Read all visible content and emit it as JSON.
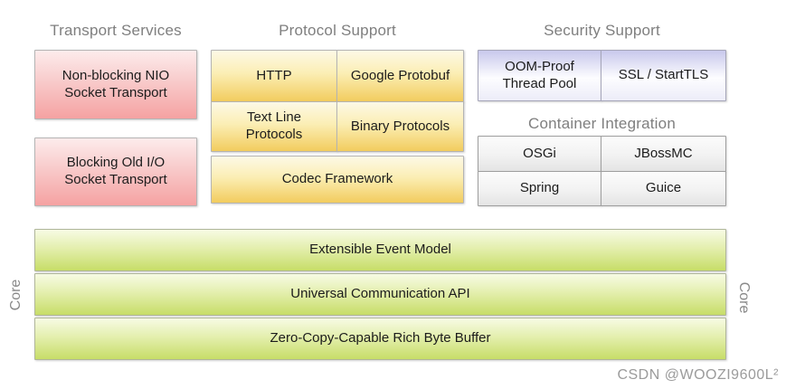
{
  "transport": {
    "title": "Transport Services",
    "nio": "Non-blocking NIO Socket Transport",
    "oio": "Blocking Old I/O Socket Transport"
  },
  "protocol": {
    "title": "Protocol Support",
    "http": "HTTP",
    "protobuf": "Google Protobuf",
    "textline": "Text Line Protocols",
    "binary": "Binary Protocols",
    "codec": "Codec Framework"
  },
  "security": {
    "title": "Security Support",
    "oom": "OOM-Proof Thread Pool",
    "ssl": "SSL / StartTLS"
  },
  "container": {
    "title": "Container Integration",
    "osgi": "OSGi",
    "jbossmc": "JBossMC",
    "spring": "Spring",
    "guice": "Guice"
  },
  "core": {
    "label_left": "Core",
    "label_right": "Core",
    "bar1": "Extensible Event Model",
    "bar2": "Universal Communication API",
    "bar3": "Zero-Copy-Capable Rich Byte Buffer"
  },
  "watermark": "CSDN @WOOZI9600L²",
  "colors": {
    "transport_box": "#f5a2a2",
    "protocol_box": "#f2cc5e",
    "security_box": "#c8c8ec",
    "container_box": "#e4e4e4",
    "core_bar": "#c7dd68",
    "heading_text": "#7f7f7f"
  }
}
